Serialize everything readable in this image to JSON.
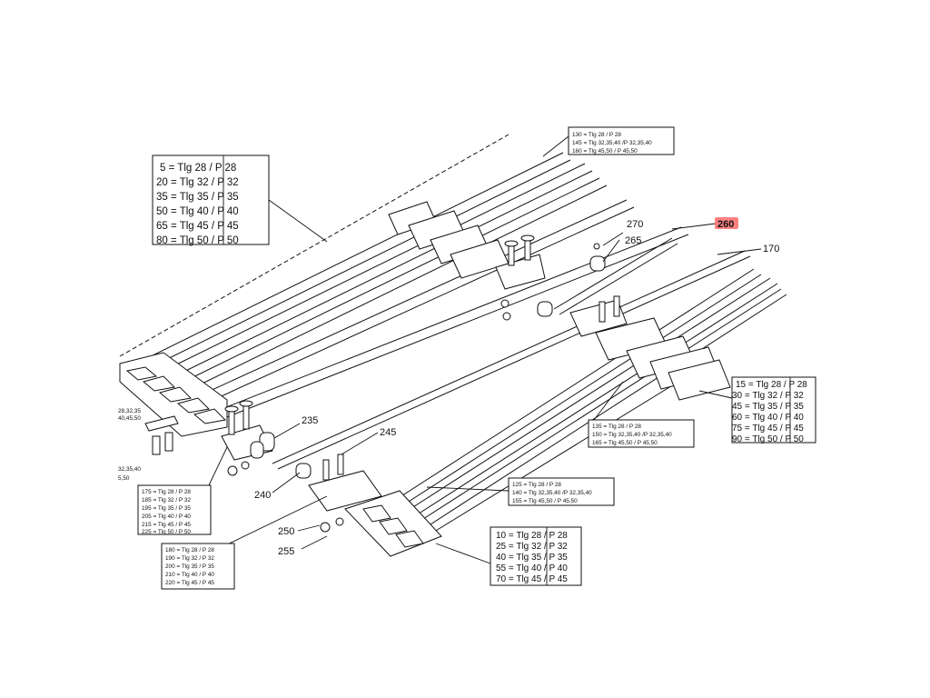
{
  "callouts": [
    {
      "id": "c170",
      "text": "170"
    },
    {
      "id": "c235",
      "text": "235"
    },
    {
      "id": "c240",
      "text": "240"
    },
    {
      "id": "c245",
      "text": "245"
    },
    {
      "id": "c250",
      "text": "250"
    },
    {
      "id": "c255",
      "text": "255"
    },
    {
      "id": "c260",
      "text": "260",
      "highlighted": true
    },
    {
      "id": "c265",
      "text": "265"
    },
    {
      "id": "c270",
      "text": "270"
    }
  ],
  "tables": {
    "top_left_large": [
      "5 = Tlg 28 / P 28",
      "20 = Tlg 32 / P 32",
      "35 = Tlg 35 / P 35",
      "50 = Tlg 40 / P 40",
      "65 = Tlg 45 / P 45",
      "80 = Tlg 50 / P 50"
    ],
    "top_small": [
      "130 = Tlg 28 / P 28",
      "145 = Tlg 32,35,40 /P 32,35,40",
      "160 = Tlg 45,50 / P 45,50"
    ],
    "right_large": [
      "15 = Tlg 28 / P 28",
      "30 = Tlg 32 / P 32",
      "45 = Tlg 35 / P 35",
      "60 = Tlg 40 / P 40",
      "75 = Tlg 45 / P 45",
      "90 = Tlg 50 / P 50"
    ],
    "mid_right_small": [
      "135 = Tlg 28 / P 28",
      "150 = Tlg 32,35,40 /P 32,35,40",
      "165 = Tlg 45,50 / P 45,50"
    ],
    "center_small": [
      "125 = Tlg 28 / P 28",
      "140 = Tlg 32,35,40 /P 32,35,40",
      "155 = Tlg 45,50 / P 45,50"
    ],
    "bottom_large": [
      "10 = Tlg 28 / P 28",
      "25 = Tlg 32 / P 32",
      "40 = Tlg 35 / P 35",
      "55 = Tlg 40 / P 40",
      "70 = Tlg 45 / P 45"
    ],
    "left_small_a": [
      "175 = Tlg 28 / P 28",
      "185 = Tlg 32 / P 32",
      "195 = Tlg 35 / P 35",
      "205 = Tlg 40 / P 40",
      "215 = Tlg 45 / P 45",
      "225 = Tlg 50 / P 50"
    ],
    "left_small_b": [
      "180 = Tlg 28 / P 28",
      "190 = Tlg 32 / P 32",
      "200 = Tlg 35 / P 35",
      "210 = Tlg 40 / P 40",
      "220 = Tlg 45 / P 45"
    ],
    "left_edge_labels": [
      "28,32,35",
      "40,45,50",
      "32,35,40",
      "5,50"
    ]
  },
  "colors": {
    "highlight": "#ff6b6b",
    "ink": "#111111"
  }
}
